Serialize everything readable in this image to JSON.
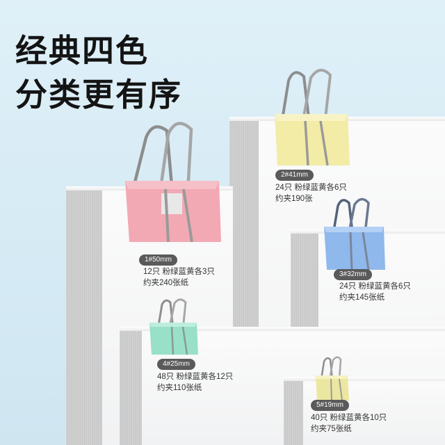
{
  "headline": {
    "line1": "经典四色",
    "line2": "分类更有序"
  },
  "clips": [
    {
      "size": "1#50mm",
      "count": "12只 粉绿蓝黄各3只",
      "capacity": "约夹240张纸",
      "color": "#f2a9b4"
    },
    {
      "size": "2#41mm",
      "count": "24只 粉绿蓝黄各6只",
      "capacity": "约夹190张",
      "color": "#f2eca6"
    },
    {
      "size": "3#32mm",
      "count": "24只 粉绿蓝黄各6只",
      "capacity": "约夹145张纸",
      "color": "#8fb8ec"
    },
    {
      "size": "4#25mm",
      "count": "48只 粉绿蓝黄各12只",
      "capacity": "约夹110张纸",
      "color": "#98e0c8"
    },
    {
      "size": "5#19mm",
      "count": "40只 粉绿蓝黄各10只",
      "capacity": "约夹75张纸",
      "color": "#ece7a0"
    }
  ]
}
